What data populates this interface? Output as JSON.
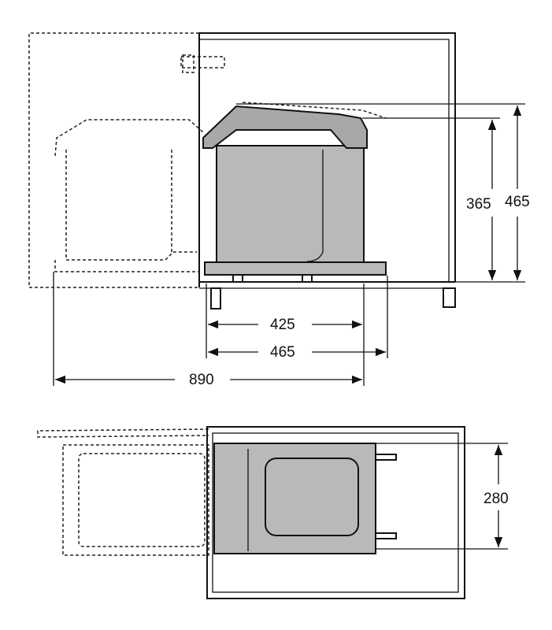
{
  "side_view": {
    "dimensions": {
      "bin_height": "365",
      "total_height": "465",
      "bin_depth": "425",
      "unit_depth": "465",
      "extended_length": "890"
    }
  },
  "top_view": {
    "dimensions": {
      "bin_width": "280"
    }
  },
  "colors": {
    "bin_fill": "#b9b9b9",
    "line": "#111111"
  }
}
